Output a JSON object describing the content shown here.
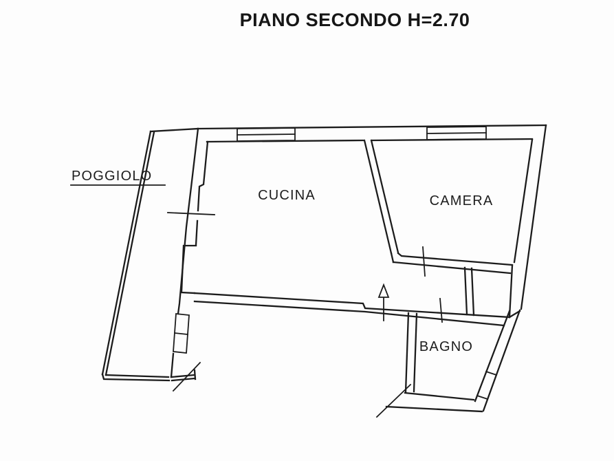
{
  "title": "PIANO SECONDO H=2.70",
  "rooms": {
    "poggiolo": {
      "label": "POGGIOLO"
    },
    "cucina": {
      "label": "CUCINA"
    },
    "camera": {
      "label": "CAMERA"
    },
    "bagno": {
      "label": "BAGNO"
    }
  },
  "markers": {
    "entry_arrow": "up-arrow",
    "door_ticks": 3,
    "windows": 4,
    "break_lines": 2
  },
  "colors": {
    "ink": "#1c1c1c",
    "paper": "#fdfdfd"
  }
}
